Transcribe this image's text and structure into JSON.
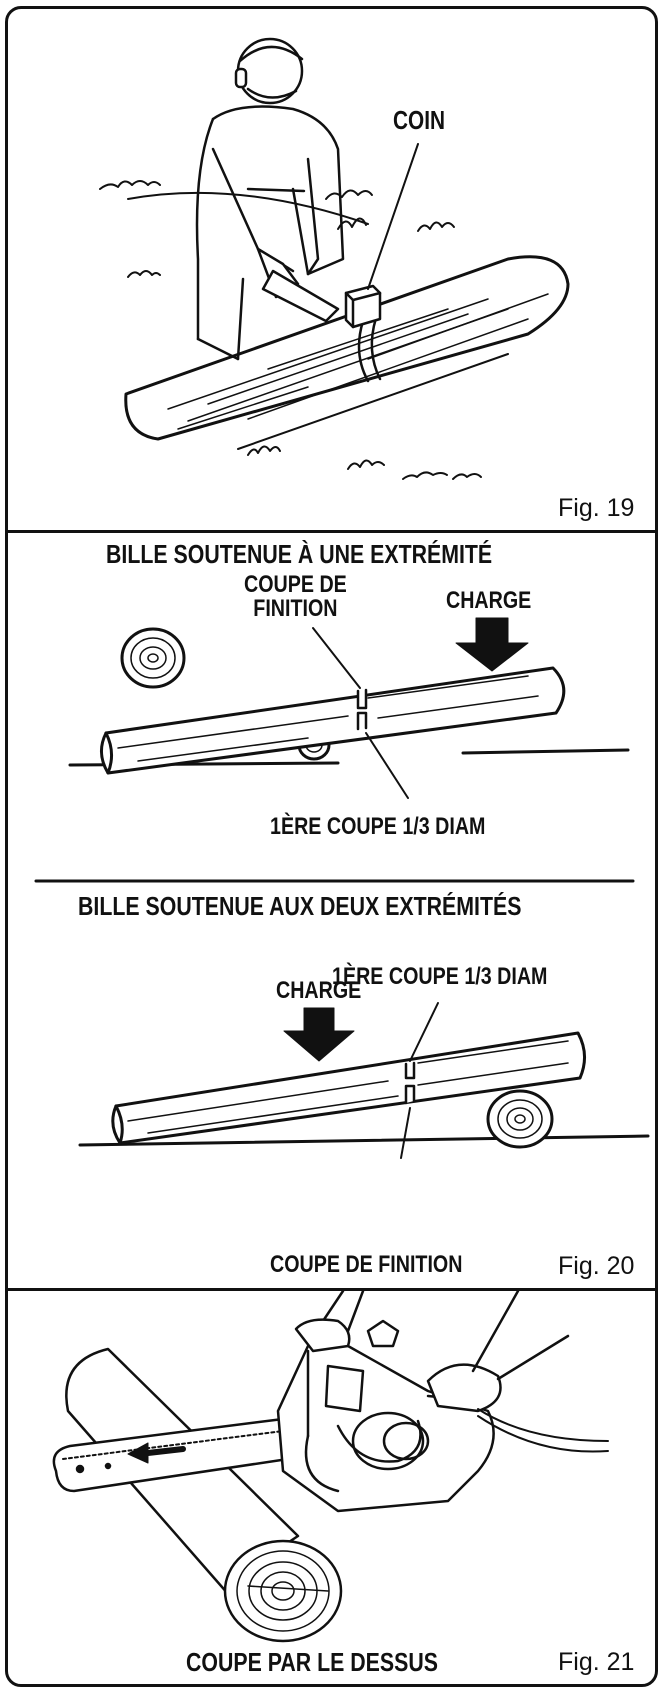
{
  "fig19": {
    "callout": "COIN",
    "fig_label": "Fig. 19"
  },
  "fig20": {
    "top_title": "BILLE SOUTENUE À UNE EXTRÉMITÉ",
    "top_finish_cut": "COUPE DE\nFINITION",
    "top_load": "CHARGE",
    "top_first_cut": "1ÈRE COUPE 1/3 DIAM",
    "bottom_title": "BILLE SOUTENUE AUX DEUX EXTRÉMITÉS",
    "bottom_first_cut": "1ÈRE COUPE 1/3 DIAM",
    "bottom_load": "CHARGE",
    "bottom_finish_cut": "COUPE DE FINITION",
    "fig_label": "Fig. 20"
  },
  "fig21": {
    "caption": "COUPE PAR LE DESSUS",
    "fig_label": "Fig. 21"
  }
}
